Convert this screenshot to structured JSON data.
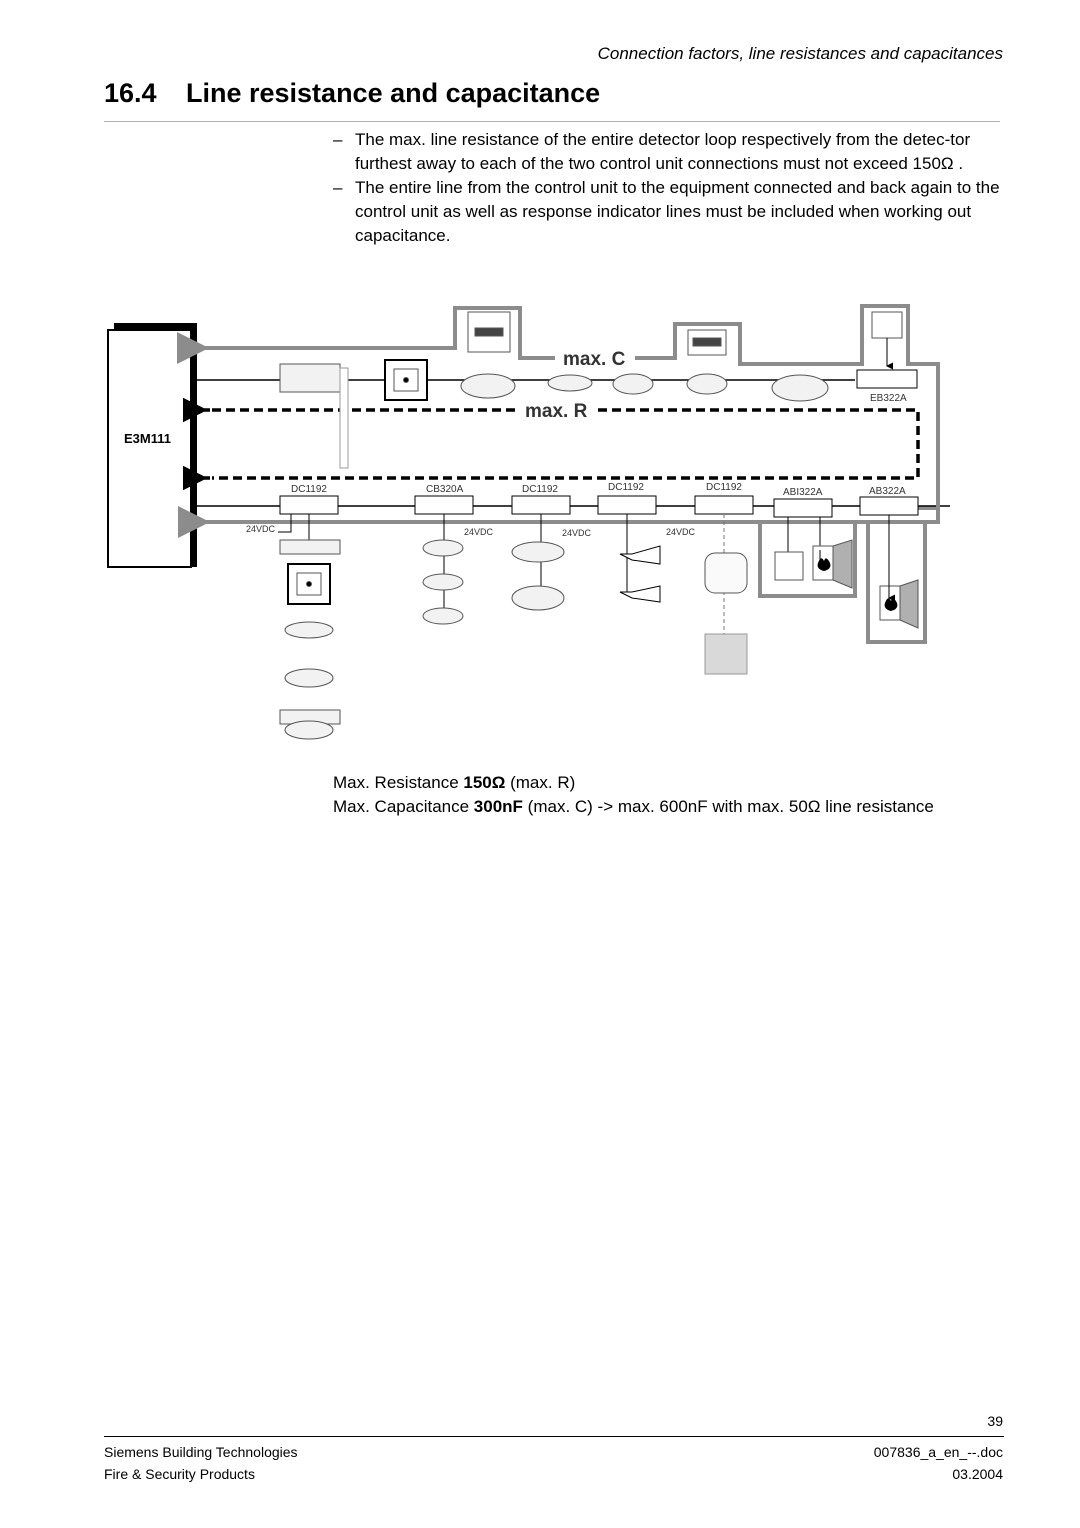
{
  "header": {
    "running_title": "Connection factors, line resistances and capacitances"
  },
  "section": {
    "number": "16.4",
    "title": "Line resistance and capacitance"
  },
  "bullets": [
    "The max. line resistance of the entire detector loop respectively from the detec-tor furthest away to each of the two control unit connections must not exceed 150Ω .",
    "The entire line from the control unit to the equipment connected and back again to the control unit as well as response indicator lines must be included when working out capacitance."
  ],
  "bullet_marker": "–",
  "diagram": {
    "control_unit": "E3M111",
    "max_c": "max. C",
    "max_r": "max. R",
    "modules": {
      "dc1192_1": "DC1192",
      "cb320a": "CB320A",
      "dc1192_2": "DC1192",
      "dc1192_3": "DC1192",
      "dc1192_4": "DC1192",
      "abi322a": "ABI322A",
      "ab322a": "AB322A",
      "eb322a": "EB322A"
    },
    "supply": {
      "v1": "24VDC",
      "v2": "24VDC",
      "v3": "24VDC",
      "v4": "24VDC"
    },
    "colors": {
      "line": "#000000",
      "loop_grey": "#8c8c8c",
      "sensor_fill": "#f2f2f2",
      "box_fill": "#d9d9d9"
    }
  },
  "captions": {
    "resistance": {
      "pre": "Max. Resistance ",
      "bold": "150Ω",
      "post": " (max. R)"
    },
    "capacitance": {
      "pre": "Max. Capacitance ",
      "bold": "300nF",
      "post": " (max. C) -> max. 600nF with max. 50Ω line resistance"
    }
  },
  "footer": {
    "page": "39",
    "company": "Siemens Building Technologies",
    "division": "Fire & Security Products",
    "doc_id": "007836_a_en_--.doc",
    "date": "03.2004"
  }
}
